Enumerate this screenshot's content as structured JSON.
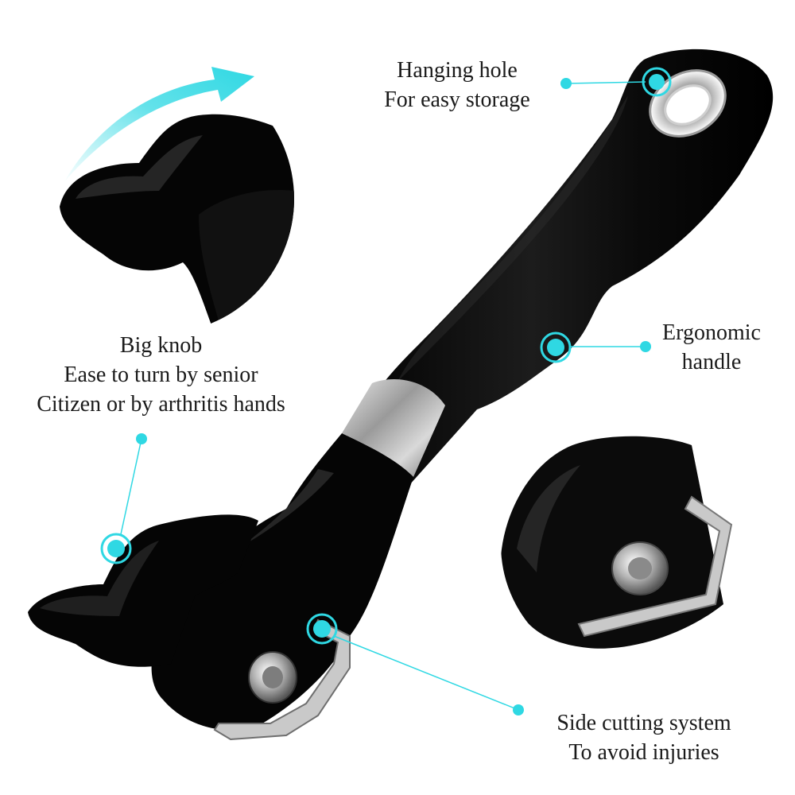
{
  "accent_color": "#2fd8e3",
  "callouts": {
    "hanging_hole": {
      "line1": "Hanging hole",
      "line2": "For easy storage"
    },
    "ergonomic_handle": {
      "line1": "Ergonomic",
      "line2": "handle"
    },
    "big_knob": {
      "line1": "Big knob",
      "line2": "Ease to turn by senior",
      "line3": "Citizen or by arthritis hands"
    },
    "side_cutting": {
      "line1": "Side cutting system",
      "line2": "To avoid injuries"
    }
  },
  "icons": [
    "rotation-arrow-icon"
  ]
}
